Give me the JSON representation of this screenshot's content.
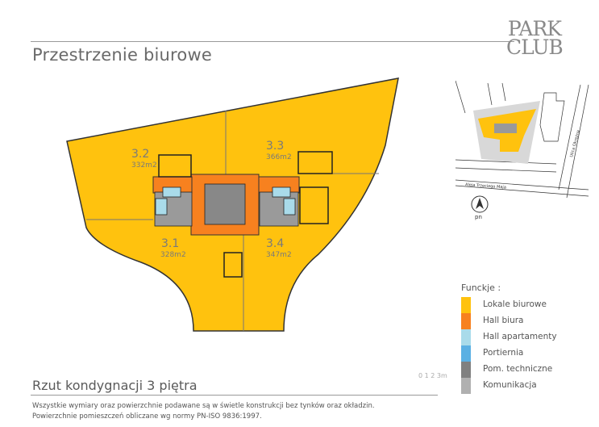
{
  "header": {
    "title": "Przestrzenie biurowe",
    "logo": [
      "PARK",
      "CLUB"
    ]
  },
  "plan": {
    "units": [
      {
        "id": "3.2",
        "area": "332m2"
      },
      {
        "id": "3.3",
        "area": "366m2"
      },
      {
        "id": "3.1",
        "area": "328m2"
      },
      {
        "id": "3.4",
        "area": "347m2"
      }
    ]
  },
  "site_map": {
    "street_1": "Aleja Trzeciego Maja",
    "street_2": "Ulica Okrężna",
    "north_label": "pn"
  },
  "legend": {
    "title": "Funckje :",
    "items": [
      {
        "label": "Lokale biurowe",
        "color": "#ffc20e"
      },
      {
        "label": "Hall biura",
        "color": "#f7811f"
      },
      {
        "label": "Hall apartamenty",
        "color": "#a9dbea"
      },
      {
        "label": "Portiernia",
        "color": "#5bb0e3"
      },
      {
        "label": "Pom. techniczne",
        "color": "#808080"
      },
      {
        "label": "Komunikacja",
        "color": "#b0b0b0"
      }
    ]
  },
  "footer": {
    "floor_title": "Rzut kondygnacji 3 piętra",
    "scale": "0 1 2 3m",
    "note_1": "Wszystkie wymiary oraz powierzchnie podawane są w świetle konstrukcji bez tynków oraz okładzin.",
    "note_2": "Powierzchnie pomieszczeń obliczane wg normy PN-ISO 9836:1997."
  }
}
